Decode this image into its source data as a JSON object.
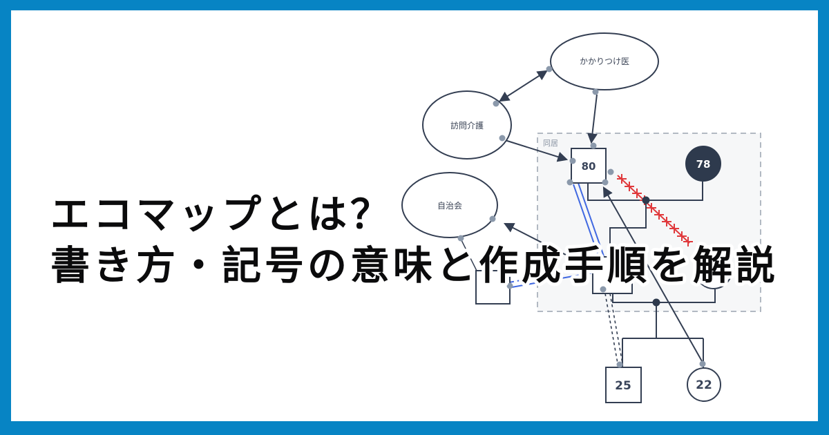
{
  "card": {
    "type": "article-og-image"
  },
  "title": {
    "line1": "エコマップとは？",
    "line2": "書き方・記号の意味と作成手順を解説"
  },
  "diagram": {
    "household": {
      "label": "同居"
    },
    "resources": {
      "doctor": {
        "label": "かかりつけ医"
      },
      "home_care": {
        "label": "訪問介護"
      },
      "community": {
        "label": "自治会"
      }
    },
    "persons": {
      "grandfather": {
        "age": "80",
        "shape": "square"
      },
      "grandmother": {
        "age": "78",
        "shape": "filled-circle"
      },
      "son": {
        "shape": "square"
      },
      "daughter_in_law": {
        "shape": "circle"
      },
      "grandson": {
        "age": "25",
        "shape": "square"
      },
      "granddaughter": {
        "age": "22",
        "shape": "circle"
      },
      "relative": {
        "shape": "square"
      }
    },
    "relationships": [
      {
        "from": "home-care",
        "to": "doctor",
        "type": "mutual-arrow"
      },
      {
        "from": "doctor",
        "to": "grandfather",
        "type": "arrow"
      },
      {
        "from": "home-care",
        "to": "grandfather",
        "type": "arrow"
      },
      {
        "from": "son",
        "to": "community",
        "type": "arrow"
      },
      {
        "from": "granddaughter",
        "to": "grandfather",
        "type": "arrow"
      },
      {
        "from": "grandfather",
        "to": "son",
        "type": "strong-double-line"
      },
      {
        "from": "relative",
        "to": "son",
        "type": "strong-double-line"
      },
      {
        "from": "grandfather",
        "to": "daughter-in-law",
        "type": "stress-x-line"
      },
      {
        "from": "son",
        "to": "grandson",
        "type": "weak-dashed-line"
      }
    ]
  },
  "colors": {
    "frame": "#0784c4",
    "outline": "#333e52",
    "filled": "#2e3a4d",
    "dot": "#8b99ab",
    "strong": "#4169e1",
    "stress": "#e0393c",
    "box_border": "#9aa3af",
    "box_fill": "#f6f7f8",
    "label": "#3c4557",
    "muted": "#8a94a3",
    "title": "#0b0b0c"
  }
}
